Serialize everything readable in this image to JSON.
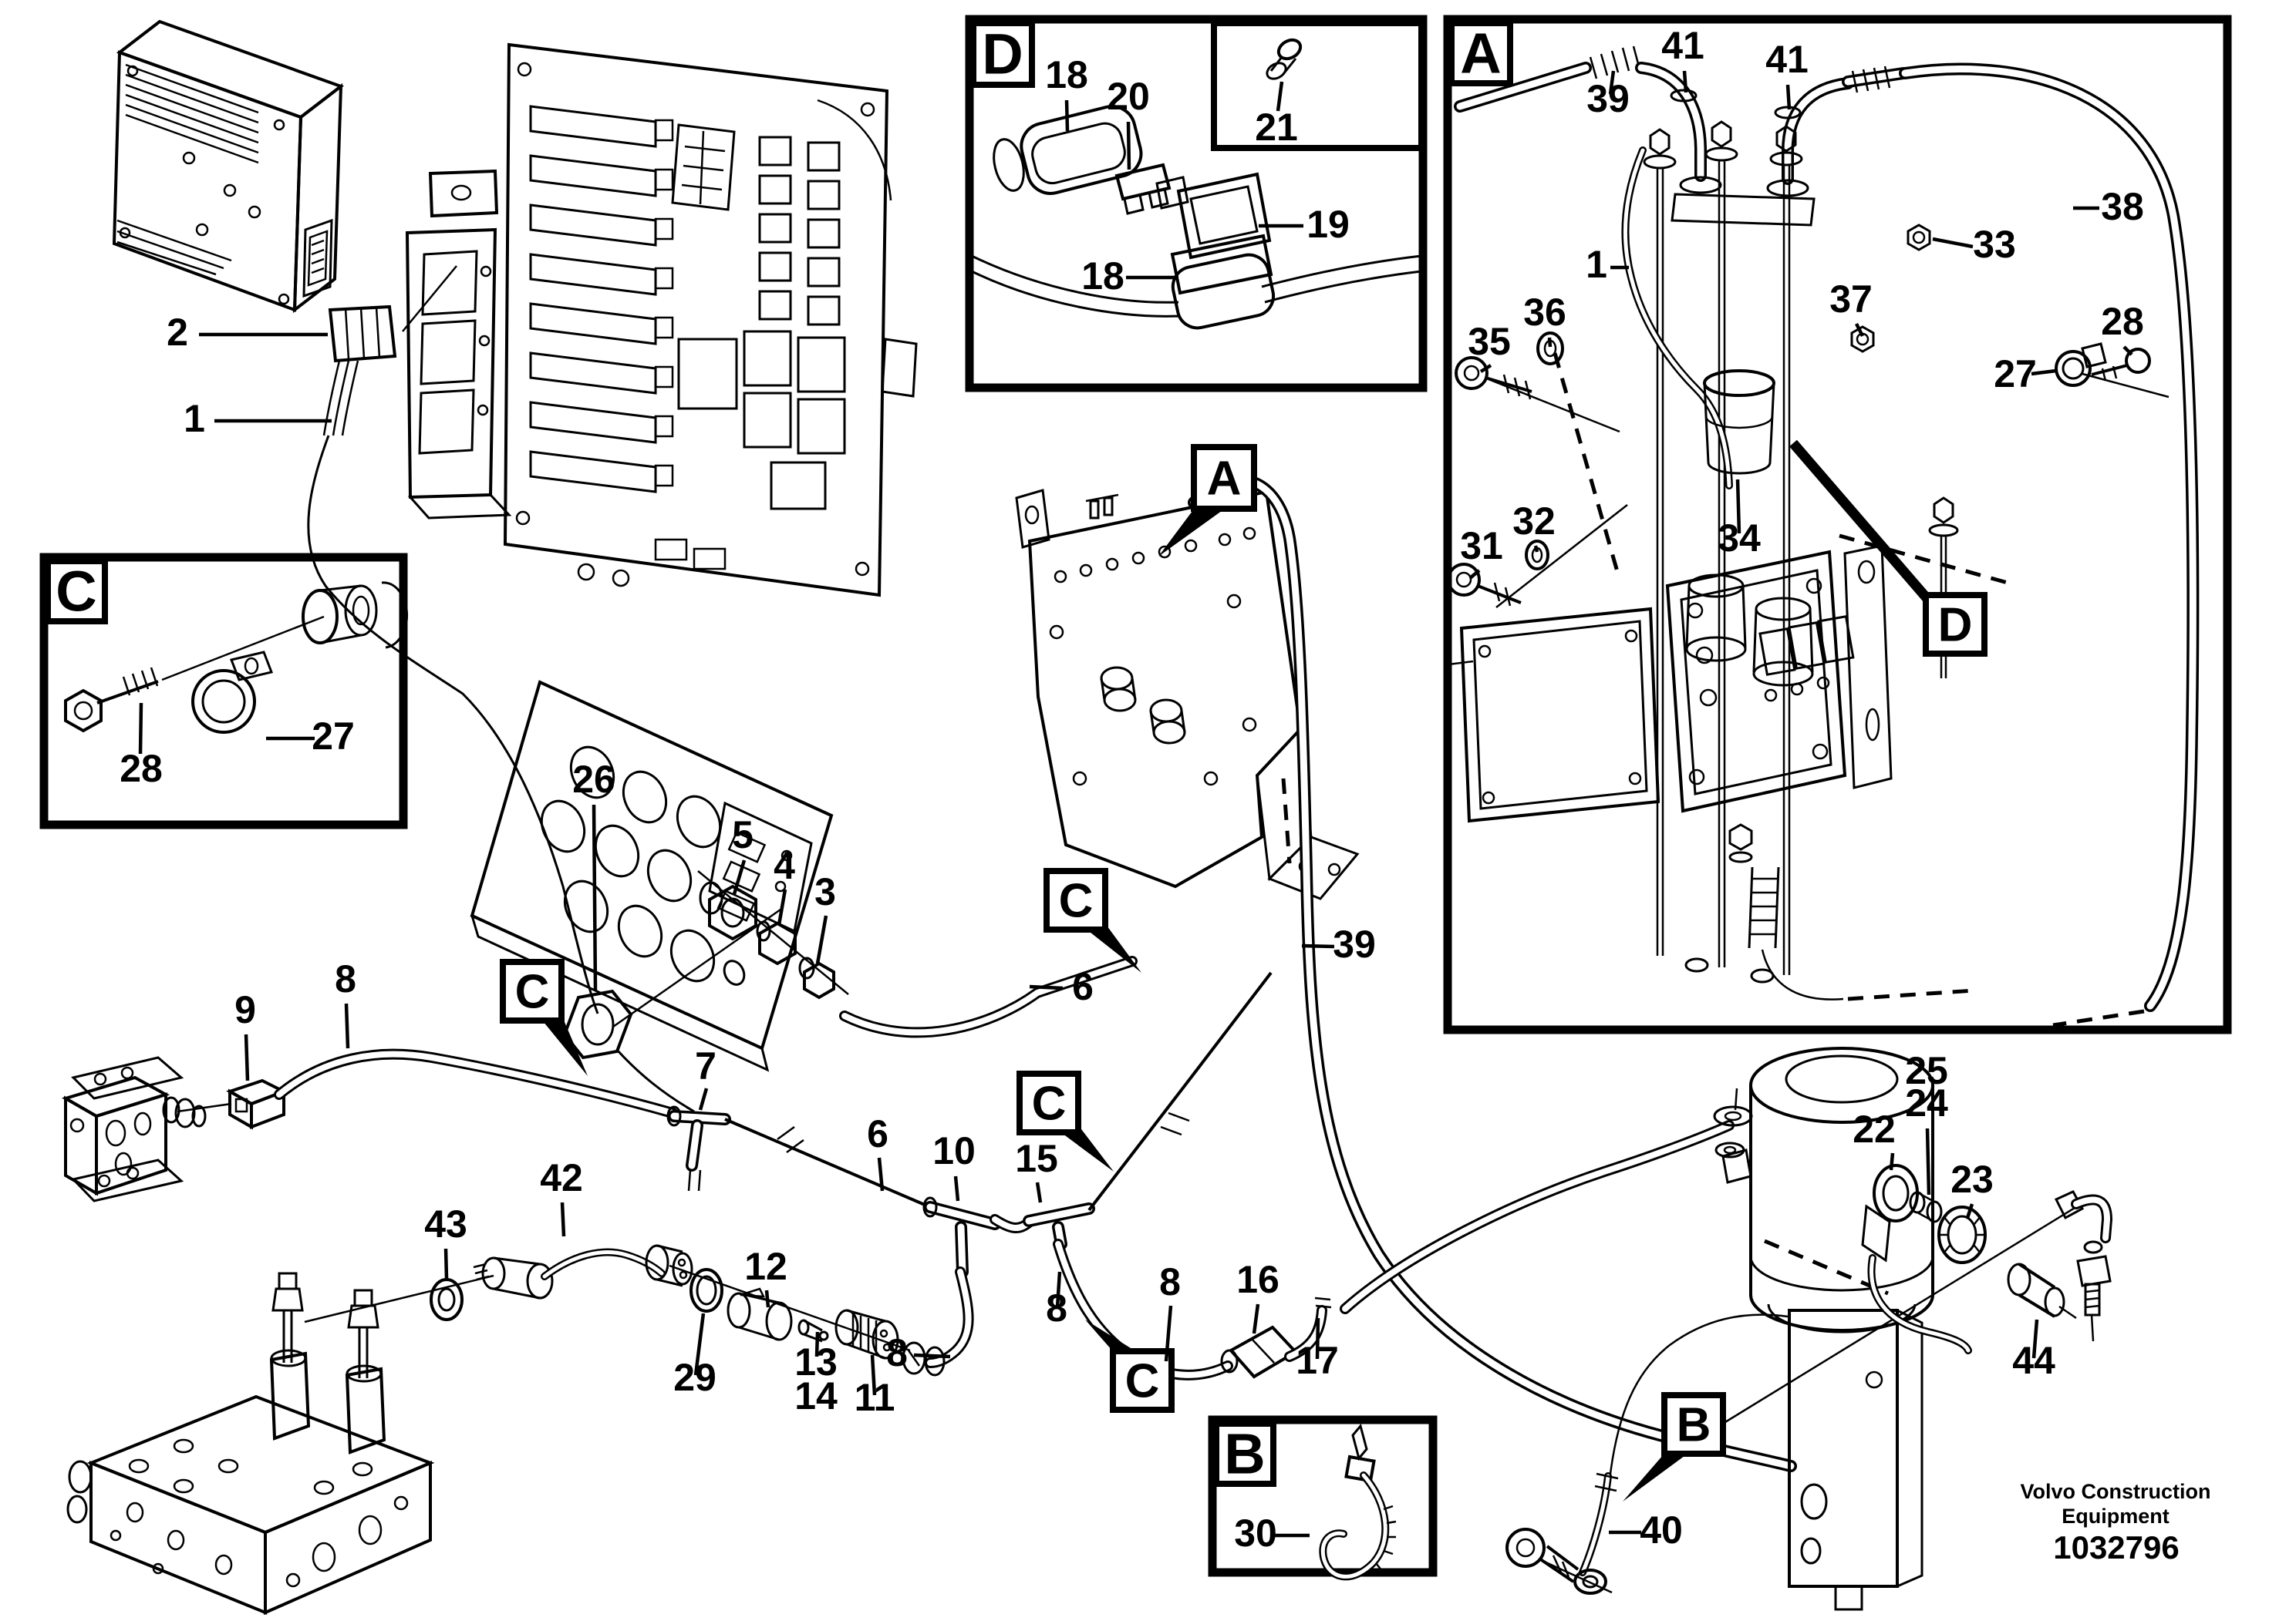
{
  "footer": {
    "brand_line1": "Volvo Construction",
    "brand_line2": "Equipment",
    "part_number": "1032796"
  },
  "detail_boxes": {
    "a": "A",
    "b": "B",
    "c": "C",
    "d": "D"
  },
  "markers": {
    "bracket_a": "A",
    "panel_c": "C",
    "line_c_upper": "C",
    "line_c_lower": "C",
    "hose_c": "C",
    "strap_b": "B",
    "relay_d": "D"
  },
  "callouts": [
    {
      "id": "connector-2",
      "text": "2"
    },
    {
      "id": "harness-1",
      "text": "1"
    },
    {
      "id": "grommet-nut-26",
      "text": "26"
    },
    {
      "id": "fitting-5",
      "text": "5"
    },
    {
      "id": "fitting-4",
      "text": "4"
    },
    {
      "id": "fitting-3",
      "text": "3"
    },
    {
      "id": "hose-6-short",
      "text": "6"
    },
    {
      "id": "tee-7",
      "text": "7"
    },
    {
      "id": "clip-9",
      "text": "9"
    },
    {
      "id": "hose-8-left",
      "text": "8"
    },
    {
      "id": "line-6-long",
      "text": "6"
    },
    {
      "id": "tee-10",
      "text": "10"
    },
    {
      "id": "tee-15",
      "text": "15"
    },
    {
      "id": "hose-8-mid",
      "text": "8"
    },
    {
      "id": "hose-8-upper",
      "text": "8"
    },
    {
      "id": "hose-8-right",
      "text": "8"
    },
    {
      "id": "connector-16",
      "text": "16"
    },
    {
      "id": "hose-17",
      "text": "17"
    },
    {
      "id": "hose-39-main",
      "text": "39"
    },
    {
      "id": "hose-42",
      "text": "42"
    },
    {
      "id": "washer-43",
      "text": "43"
    },
    {
      "id": "ring-29",
      "text": "29"
    },
    {
      "id": "connector-12",
      "text": "12"
    },
    {
      "id": "pin-13",
      "text": "13"
    },
    {
      "id": "pin-14",
      "text": "14"
    },
    {
      "id": "knob-11",
      "text": "11"
    },
    {
      "id": "strap-40",
      "text": "40"
    },
    {
      "id": "cable-tie-30",
      "text": "30"
    },
    {
      "id": "part-25",
      "text": "25"
    },
    {
      "id": "part-24",
      "text": "24"
    },
    {
      "id": "connector-22",
      "text": "22"
    },
    {
      "id": "nut-23",
      "text": "23"
    },
    {
      "id": "sensor-44",
      "text": "44"
    },
    {
      "id": "clamp-27-c",
      "text": "27"
    },
    {
      "id": "bolt-28-c",
      "text": "28"
    },
    {
      "id": "cover-18-top",
      "text": "18"
    },
    {
      "id": "fuse-20",
      "text": "20"
    },
    {
      "id": "holder-19",
      "text": "19"
    },
    {
      "id": "cover-18-bottom",
      "text": "18"
    },
    {
      "id": "screw-21",
      "text": "21"
    },
    {
      "id": "hose-39-a",
      "text": "39"
    },
    {
      "id": "clamp-41-left",
      "text": "41"
    },
    {
      "id": "clamp-41-right",
      "text": "41"
    },
    {
      "id": "hose-38",
      "text": "38"
    },
    {
      "id": "cable-1-a",
      "text": "1"
    },
    {
      "id": "nut-33",
      "text": "33"
    },
    {
      "id": "washer-36",
      "text": "36"
    },
    {
      "id": "bolt-35",
      "text": "35"
    },
    {
      "id": "nut-37",
      "text": "37"
    },
    {
      "id": "clamp-27-a",
      "text": "27"
    },
    {
      "id": "bolt-28-a",
      "text": "28"
    },
    {
      "id": "bolt-31",
      "text": "31"
    },
    {
      "id": "washer-32",
      "text": "32"
    },
    {
      "id": "boot-34",
      "text": "34"
    }
  ]
}
